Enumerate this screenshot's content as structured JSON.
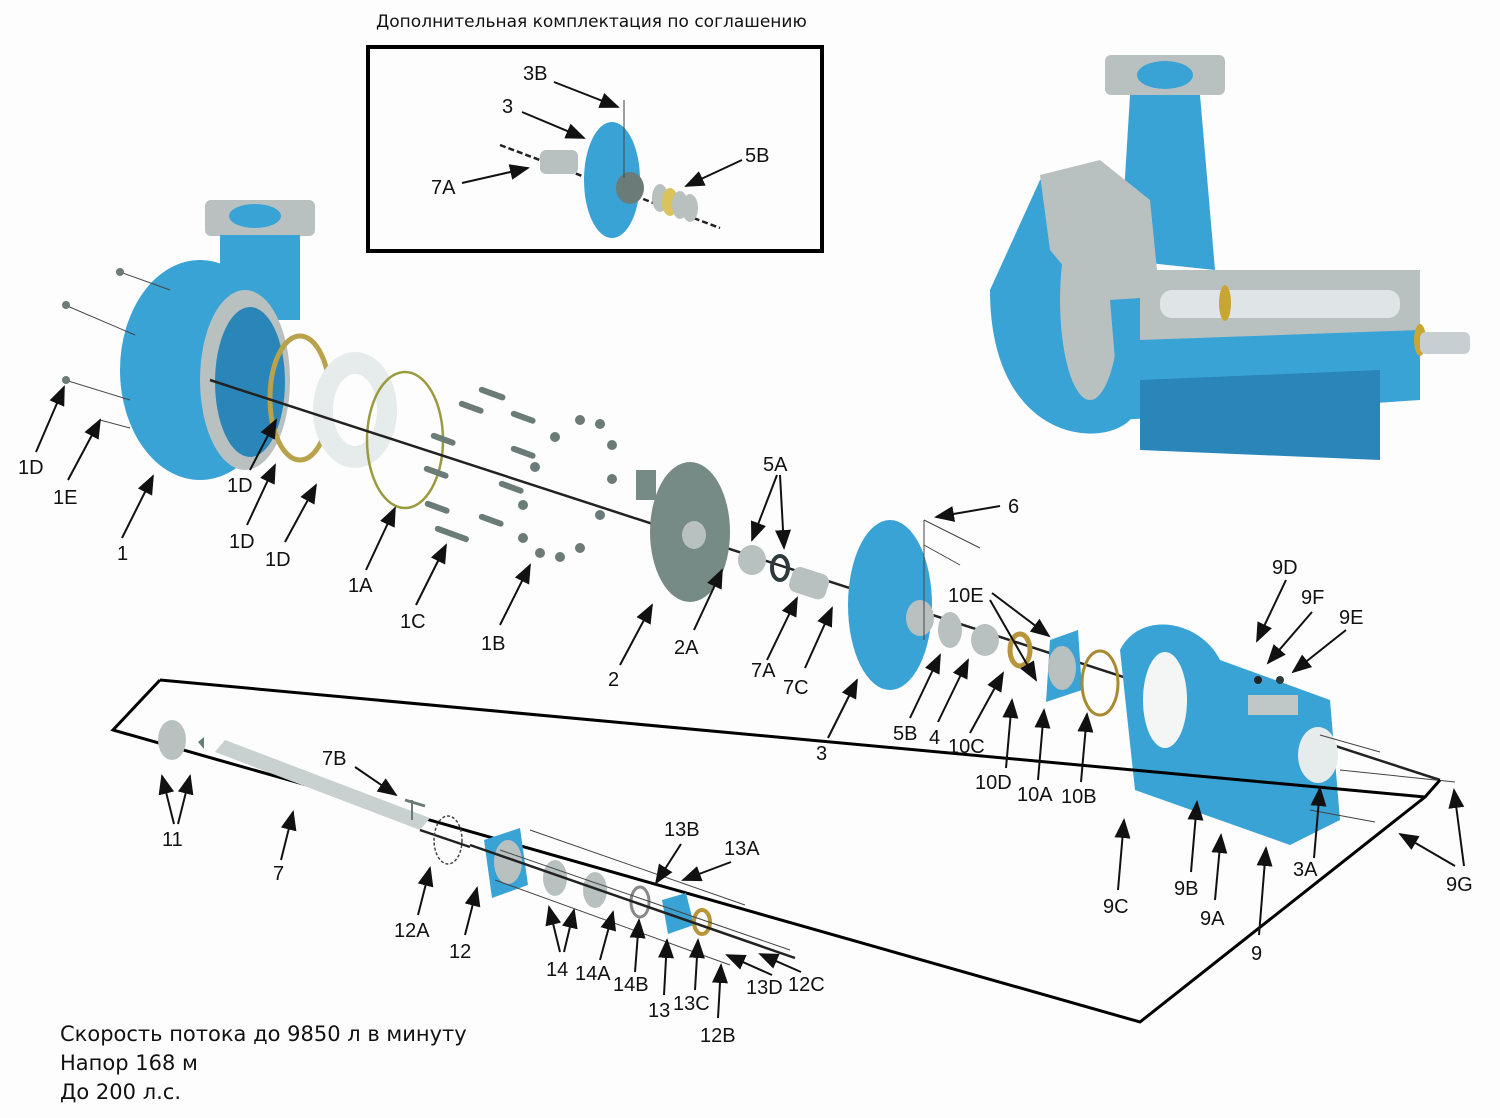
{
  "inset": {
    "caption": "Дополнительная комплектация по соглашению",
    "labels": [
      "3B",
      "3",
      "7A",
      "5B"
    ]
  },
  "labels": {
    "l_1D_a": "1D",
    "l_1E": "1E",
    "l_1": "1",
    "l_1D_b": "1D",
    "l_1D_c": "1D",
    "l_1D_d": "1D",
    "l_1A": "1A",
    "l_1C": "1C",
    "l_1B": "1B",
    "l_2": "2",
    "l_2A": "2A",
    "l_5A": "5A",
    "l_7A": "7A",
    "l_7C": "7C",
    "l_6": "6",
    "l_3": "3",
    "l_5B": "5B",
    "l_4": "4",
    "l_10C": "10C",
    "l_10E": "10E",
    "l_10D": "10D",
    "l_10A": "10A",
    "l_10B": "10B",
    "l_9D": "9D",
    "l_9F": "9F",
    "l_9E": "9E",
    "l_9C": "9C",
    "l_9B": "9B",
    "l_9A": "9A",
    "l_9": "9",
    "l_3A": "3A",
    "l_9G": "9G",
    "l_11": "11",
    "l_7": "7",
    "l_7B": "7B",
    "l_12A": "12A",
    "l_12": "12",
    "l_14": "14",
    "l_14A": "14A",
    "l_14B": "14B",
    "l_13": "13",
    "l_13C": "13C",
    "l_13B": "13B",
    "l_13A": "13A",
    "l_13D": "13D",
    "l_12C": "12C",
    "l_12B": "12B"
  },
  "specs": {
    "flow": "Скорость потока до 9850 л в минуту",
    "head": "Напор 168 м",
    "power": "До 200 л.с."
  },
  "colors": {
    "casing_blue": "#3aa3d6",
    "metal_grey": "#b9c0c0",
    "gasket_brass": "#b8a24a"
  }
}
